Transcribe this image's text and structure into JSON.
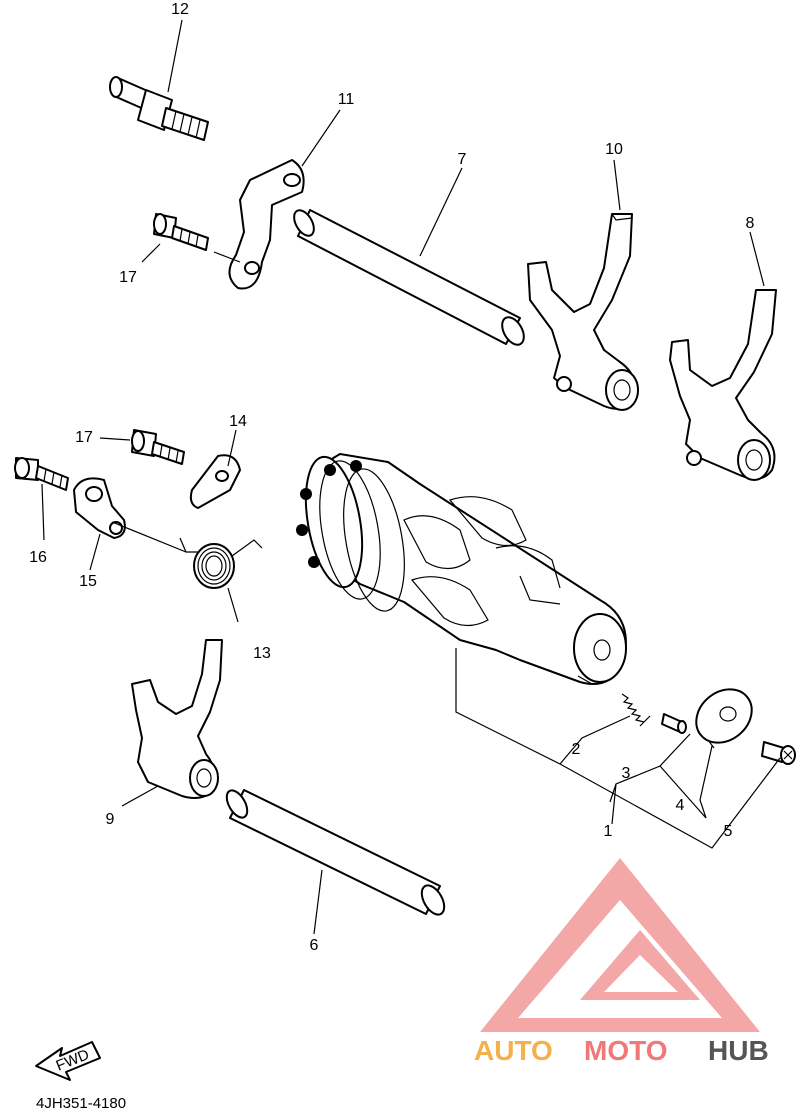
{
  "callouts": [
    {
      "id": "c1",
      "text": "1"
    },
    {
      "id": "c2",
      "text": "2"
    },
    {
      "id": "c3",
      "text": "3"
    },
    {
      "id": "c4",
      "text": "4"
    },
    {
      "id": "c5",
      "text": "5"
    },
    {
      "id": "c6",
      "text": "6"
    },
    {
      "id": "c7",
      "text": "7"
    },
    {
      "id": "c8",
      "text": "8"
    },
    {
      "id": "c9",
      "text": "9"
    },
    {
      "id": "c10",
      "text": "10"
    },
    {
      "id": "c11",
      "text": "11"
    },
    {
      "id": "c12",
      "text": "12"
    },
    {
      "id": "c13",
      "text": "13"
    },
    {
      "id": "c14",
      "text": "14"
    },
    {
      "id": "c15",
      "text": "15"
    },
    {
      "id": "c16",
      "text": "16"
    },
    {
      "id": "c17a",
      "text": "17"
    },
    {
      "id": "c17b",
      "text": "17"
    }
  ],
  "diagram_code": "4JH351-4180",
  "fwd_label": "FWD",
  "watermark": {
    "text_auto": "AUTO",
    "text_moto": "MOTO",
    "text_hub": "HUB",
    "colors": {
      "auto": "#f5b04a",
      "moto": "#f07878",
      "hub": "#555555",
      "logo": "#f08a8a"
    }
  }
}
